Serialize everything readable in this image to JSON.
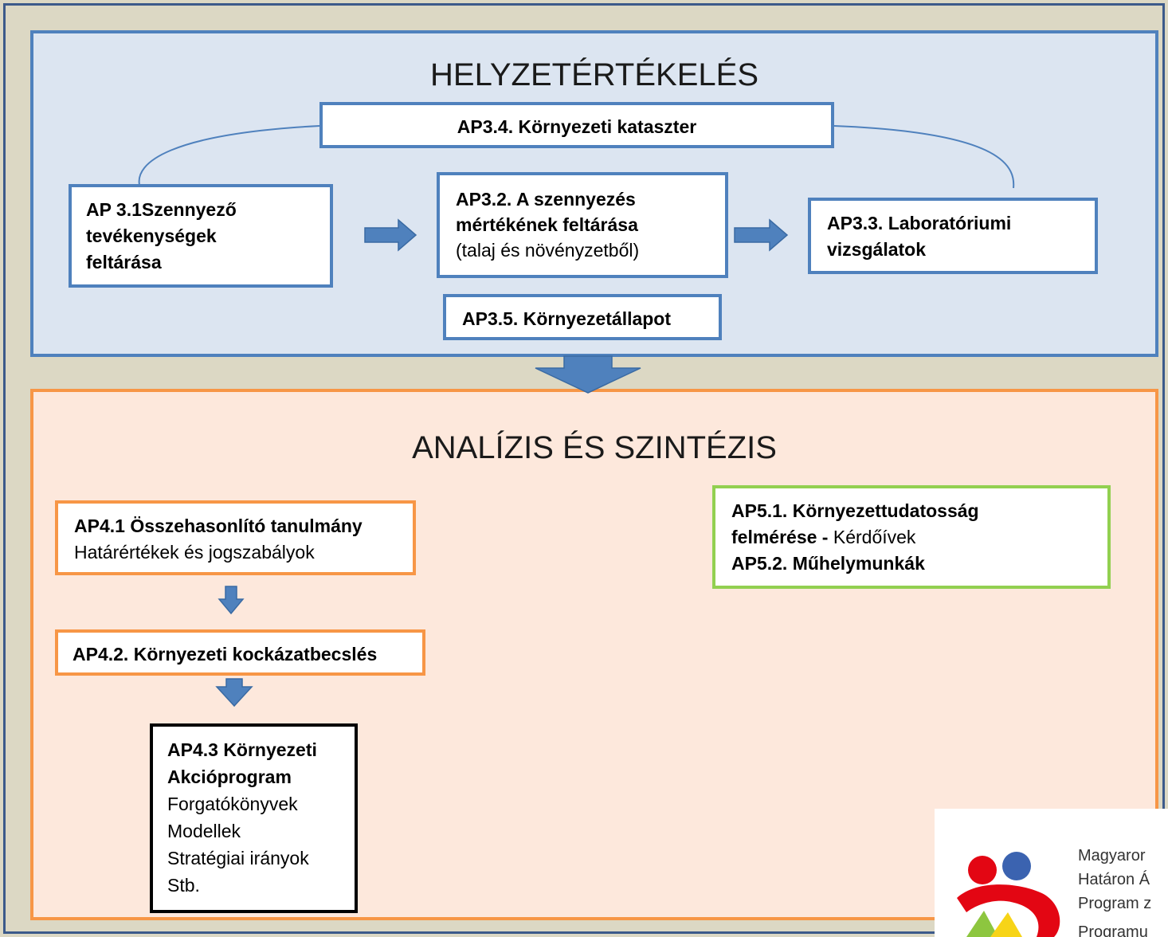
{
  "top_panel": {
    "title": "HELYZETÉRTÉKELÉS",
    "cadastre": "AP3.4. Környezeti kataszter",
    "polluting_activities": [
      "AP 3.1Szennyező",
      "tevékenységek",
      "feltárása"
    ],
    "pollution_extent": {
      "lines": [
        "AP3.2. A szennyezés",
        "mértékének  feltárása"
      ],
      "note": "(talaj és növényzetből)"
    },
    "laboratory": [
      "AP3.3. Laboratóriumi",
      "vizsgálatok"
    ],
    "environment_state": "AP3.5. Környezetállapot"
  },
  "bottom_panel": {
    "title": "ANALÍZIS ÉS SZINTÉZIS",
    "comparative_study": {
      "heading": "AP4.1 Összehasonlító tanulmány",
      "text": "Határértékek és jogszabályok"
    },
    "risk_assessment": "AP4.2. Környezeti kockázatbecslés",
    "action_program": {
      "heading": [
        "AP4.3 Környezeti",
        "Akcióprogram"
      ],
      "items": [
        "Forgatókönyvek",
        "Modellek",
        "Stratégiai irányok",
        "Stb."
      ]
    },
    "awareness": {
      "line1": "AP5.1. Környezettudatosság",
      "line2_bold": "felmérése - ",
      "line2_plain": "Kérdőívek",
      "line3": "AP5.2. Műhelymunkák"
    }
  },
  "logo": {
    "lines": [
      "Magyaror",
      "Határon Á",
      "Program z",
      "Programu"
    ]
  },
  "colors": {
    "blue_border": "#4f81bd",
    "blue_fill": "#dce5f1",
    "orange_border": "#f79646",
    "orange_fill": "#fde8dc",
    "green_border": "#92d050",
    "arrow_fill": "#4f81bd",
    "background": "#dcd8c4"
  }
}
